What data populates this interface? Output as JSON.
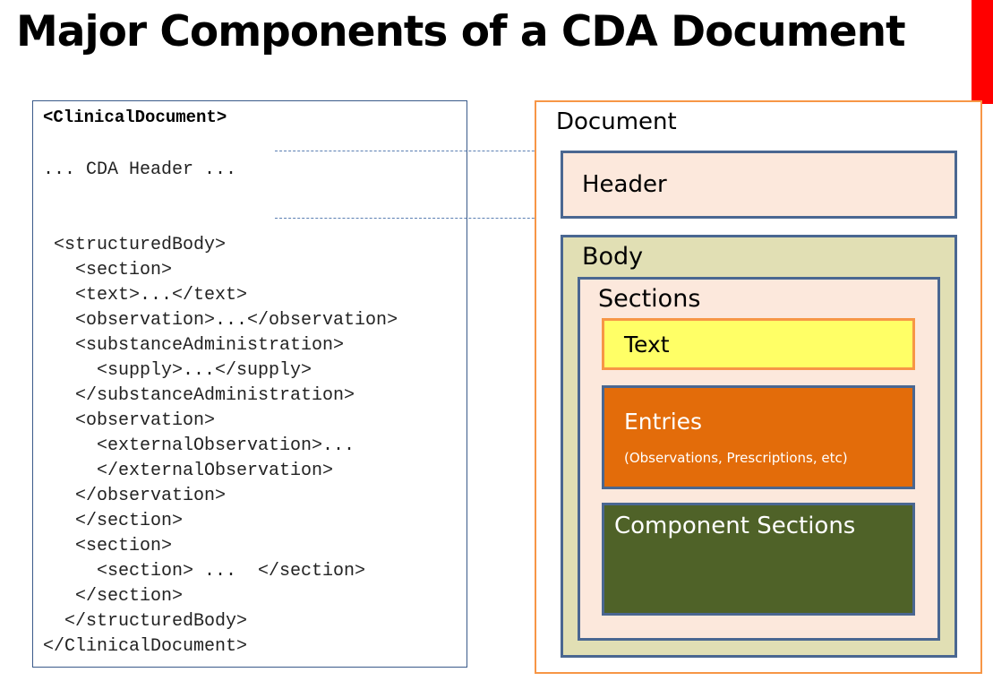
{
  "title": "Major Components of a CDA Document",
  "code": {
    "lines": [
      "<ClinicalDocument>",
      "... CDA Header ...",
      " <structuredBody>",
      "   <section>",
      "   <text>...</text>",
      "   <observation>...</observation>",
      "   <substanceAdministration>",
      "     <supply>...</supply>",
      "   </substanceAdministration>",
      "   <observation>",
      "     <externalObservation>...",
      "     </externalObservation>",
      "   </observation>",
      "   </section>",
      "   <section>",
      "     <section> ...  </section>",
      "   </section>",
      "  </structuredBody>",
      "</ClinicalDocument>"
    ]
  },
  "diagram": {
    "document_label": "Document",
    "header_label": "Header",
    "body_label": "Body",
    "sections_label": "Sections",
    "text_label": "Text",
    "entries_label": "Entries",
    "entries_sublabel": "(Observations, Prescriptions, etc)",
    "component_sections_label": "Component Sections"
  },
  "colors": {
    "accent_red": "#ff0000",
    "document_border": "#f79646",
    "box_border": "#4a6791",
    "header_fill": "#fce8dc",
    "body_fill": "#e1dfb4",
    "text_fill": "#ffff66",
    "entries_fill": "#e36c0a",
    "component_fill": "#4f6228"
  }
}
